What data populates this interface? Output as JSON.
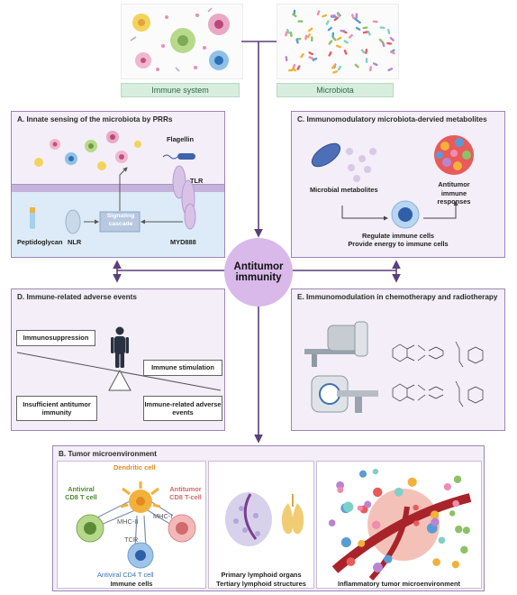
{
  "top": {
    "immune_label": "Immune system",
    "microbiota_label": "Microbiota"
  },
  "center": {
    "line1": "Antitumor",
    "line2": "immunity"
  },
  "panelA": {
    "title": "A. Innate sensing of the microbiota by PRRs",
    "flagellin": "Flagellin",
    "tlr": "TLR",
    "signaling": "Signaling cascade",
    "peptidoglycan": "Peptidoglycan",
    "nlr": "NLR",
    "myd88": "MYD888"
  },
  "panelC": {
    "title": "C. Immunomodulatory microbiota-dervied metabolites",
    "metabolites": "Microbial metabolites",
    "antitumor": "Antitumor immune responses",
    "regulate1": "Regulate immune cells",
    "regulate2": "Provide energy to immune cells"
  },
  "panelD": {
    "title": "D. Immune-related adverse events",
    "suppression": "Immunosuppression",
    "stimulation": "Immune stimulation",
    "insufficient": "Insufficient antitumor immunity",
    "irae": "Immune-related adverse events"
  },
  "panelE": {
    "title": "E. Immunomodulation in chemotherapy and radiotherapy"
  },
  "panelB": {
    "title": "B. Tumor microenvironment",
    "dendritic": "Dendritic cell",
    "antiviral_cd8": "Antiviral CD8 T cell",
    "antitumor_cd8": "Antitumor CD8 T-cell",
    "mhc1": "MHC-I",
    "mhc2": "MHC-II",
    "tcr": "TCR",
    "cd4": "Antiviral CD4 T cell",
    "immune_cells": "Immune cells",
    "lymphoid1": "Primary lymphoid organs",
    "lymphoid2": "Tertiary lymphoid structures",
    "inflammatory": "Inflammatory tumor microenvironment"
  },
  "colors": {
    "panel_bg": "#f3eef7",
    "panel_border": "#9b86b5",
    "center_circle": "#d9b8ea",
    "arrow": "#5b3f7a",
    "green_label": "#d7eedf"
  }
}
